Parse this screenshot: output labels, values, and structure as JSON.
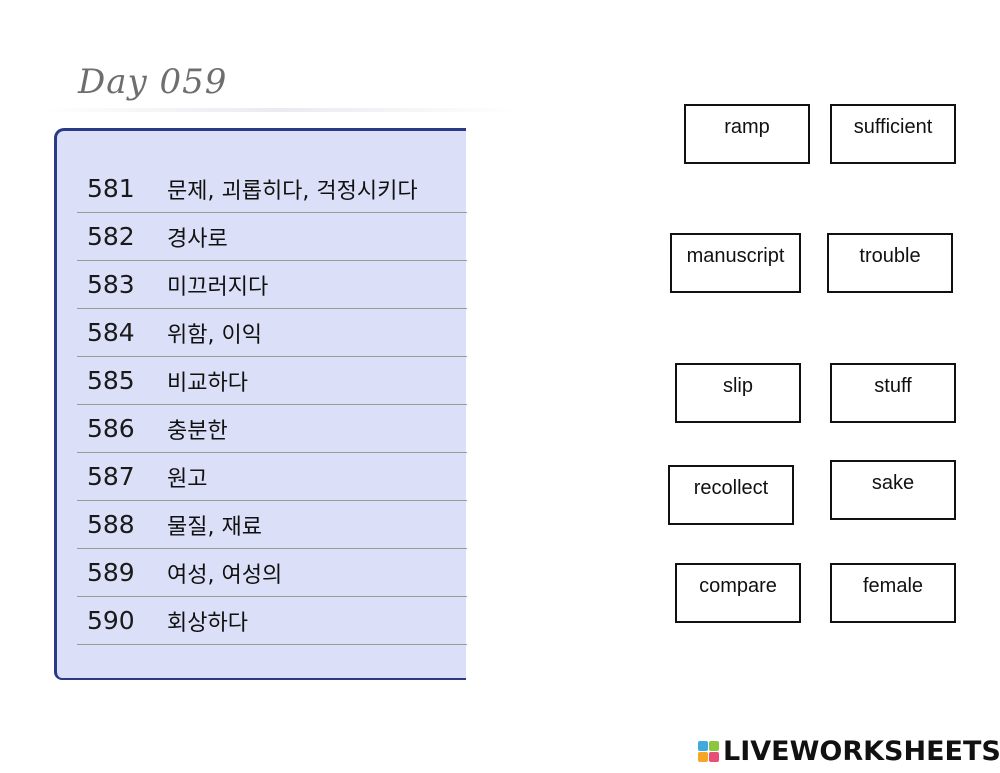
{
  "header": {
    "day_title": "Day 059"
  },
  "word_list": {
    "rows": [
      {
        "num": "581",
        "meaning": "문제, 괴롭히다, 걱정시키다"
      },
      {
        "num": "582",
        "meaning": "경사로"
      },
      {
        "num": "583",
        "meaning": "미끄러지다"
      },
      {
        "num": "584",
        "meaning": "위함, 이익"
      },
      {
        "num": "585",
        "meaning": "비교하다"
      },
      {
        "num": "586",
        "meaning": "충분한"
      },
      {
        "num": "587",
        "meaning": "원고"
      },
      {
        "num": "588",
        "meaning": "물질, 재료"
      },
      {
        "num": "589",
        "meaning": "여성, 여성의"
      },
      {
        "num": "590",
        "meaning": "회상하다"
      }
    ]
  },
  "choices": [
    {
      "label": "ramp"
    },
    {
      "label": "sufficient"
    },
    {
      "label": "manuscript"
    },
    {
      "label": "trouble"
    },
    {
      "label": "slip"
    },
    {
      "label": "stuff"
    },
    {
      "label": "recollect"
    },
    {
      "label": "sake"
    },
    {
      "label": "compare"
    },
    {
      "label": "female"
    }
  ],
  "footer": {
    "logo_text": "LIVEWORKSHEETS",
    "logo_colors": [
      "#3fa9e0",
      "#8cc63f",
      "#f5a623",
      "#e94e77"
    ]
  }
}
